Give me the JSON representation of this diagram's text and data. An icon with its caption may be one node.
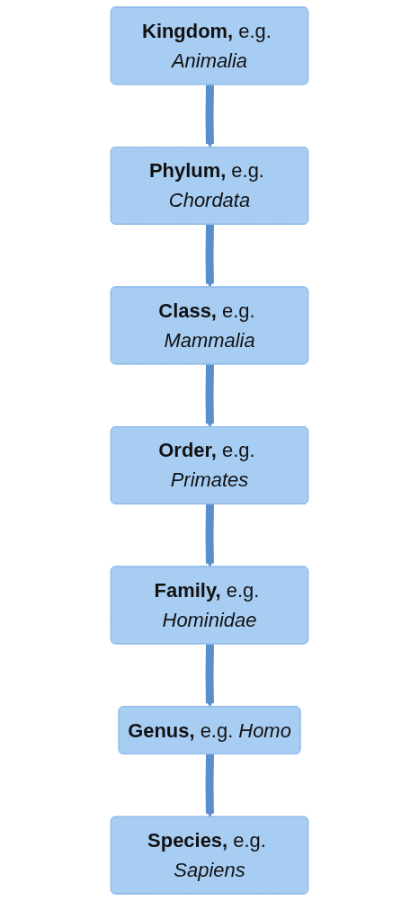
{
  "diagram": {
    "nodes": [
      {
        "text": [
          "Kingdom, e.g. Animalia"
        ]
      },
      {
        "text": [
          "Phylum, e.g. Chordata"
        ]
      },
      {
        "text": [
          "Class, e.g. Mammalia"
        ]
      },
      {
        "text": [
          "Order, e.g. Primates"
        ]
      },
      {
        "text": [
          "Family, e.g. Hominidae"
        ]
      },
      {
        "text": [
          "Genus, e.g. Homo"
        ]
      },
      {
        "text": [
          "Species, e.g. Sapiens"
        ]
      }
    ],
    "edges": [
      {
        "from": 0,
        "to": 1,
        "arrow": "to"
      },
      {
        "from": 1,
        "to": 2,
        "arrow": "to"
      },
      {
        "from": 2,
        "to": 3,
        "arrow": "to"
      },
      {
        "from": 3,
        "to": 4,
        "arrow": "to"
      },
      {
        "from": 4,
        "to": 5,
        "arrow": "to"
      },
      {
        "from": 5,
        "to": 6,
        "arrow": "to"
      }
    ]
  }
}
